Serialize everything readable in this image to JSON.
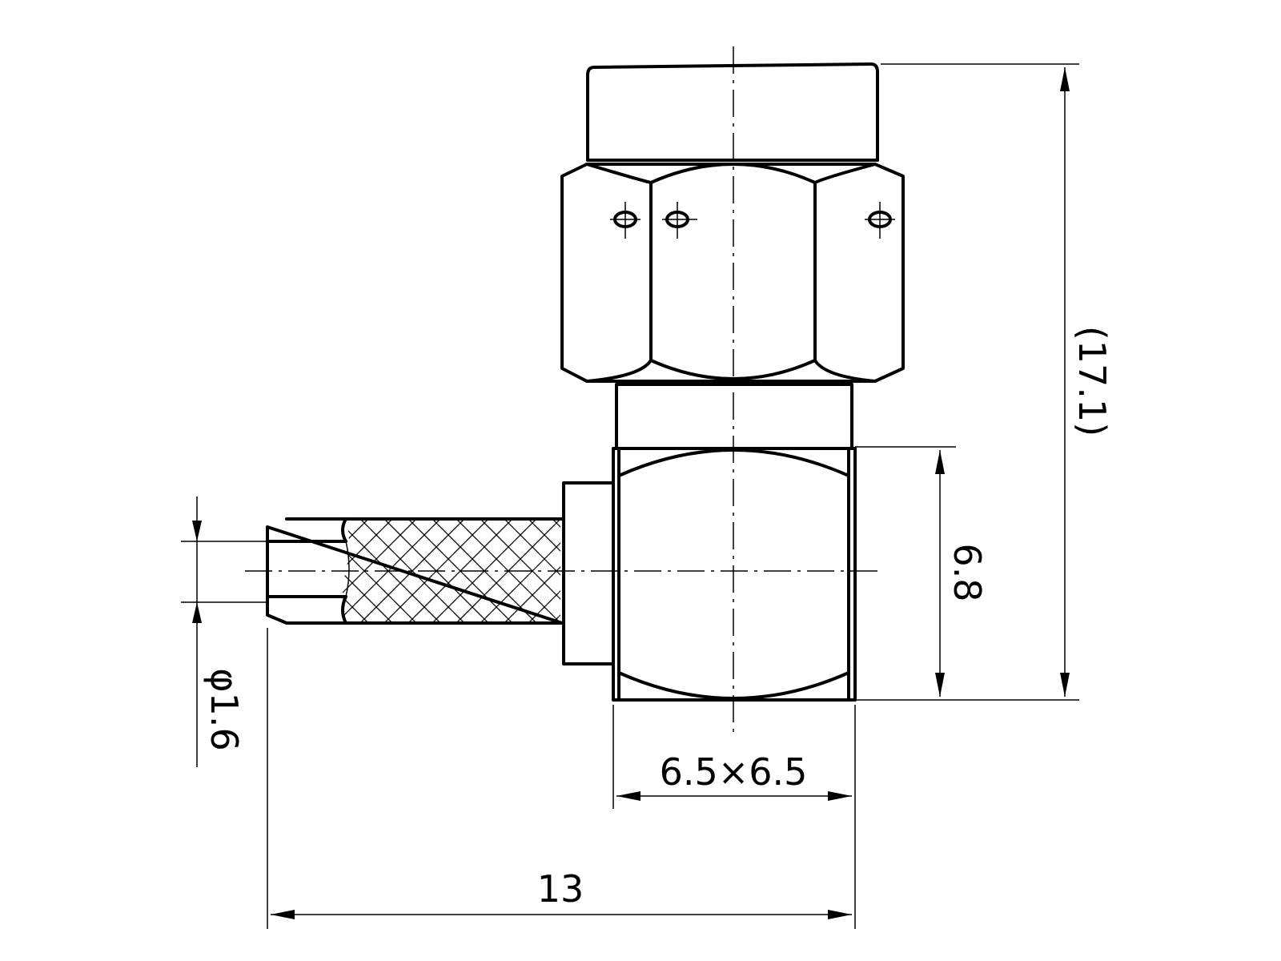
{
  "drawing": {
    "type": "technical-drawing",
    "subject": "right-angle coaxial crimp connector",
    "line_color": "#000000",
    "background": "#ffffff"
  },
  "dimensions": {
    "overall_height": "(17.1)",
    "body_height": "6.8",
    "body_section": "6.5×6.5",
    "overall_length": "13",
    "cable_diameter": "φ1.6"
  }
}
